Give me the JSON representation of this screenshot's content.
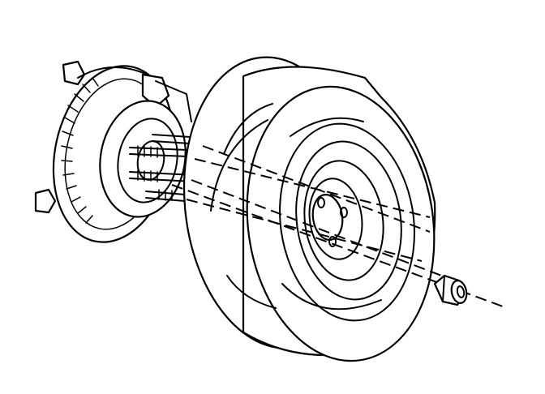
{
  "diagram": {
    "parts": [
      {
        "id": "hub-rotor",
        "icon": "brake-rotor-hub-icon"
      },
      {
        "id": "wheel-studs",
        "icon": "wheel-stud-icon"
      },
      {
        "id": "tire-wheel",
        "icon": "tire-icon"
      },
      {
        "id": "lug-nut",
        "icon": "lug-nut-icon"
      }
    ],
    "colors": {
      "stroke": "#000000",
      "background": "#ffffff"
    }
  }
}
